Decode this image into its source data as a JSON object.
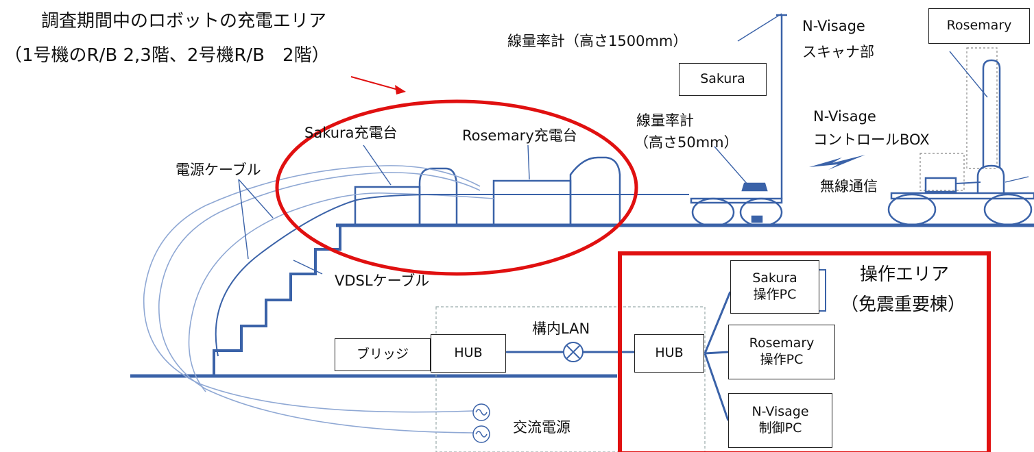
{
  "title": {
    "line1": "調査期間中のロボットの充電エリア",
    "line2": "（1号機のR/B 2,3階、2号機R/B　2階）"
  },
  "labels": {
    "dosimeter_high": "線量率計（高さ1500mm）",
    "dosimeter_low_1": "線量率計",
    "dosimeter_low_2": "（高さ50mm）",
    "nvisage_scanner_1": "N-Visage",
    "nvisage_scanner_2": "スキャナ部",
    "nvisage_control_1": "N-Visage",
    "nvisage_control_2": "コントロールBOX",
    "wireless": "無線通信",
    "sakura_charger": "Sakura充電台",
    "rosemary_charger": "Rosemary充電台",
    "power_cable": "電源ケーブル",
    "vdsl_cable": "VDSLケーブル",
    "lan": "構内LAN",
    "ac_power": "交流電源",
    "op_area_1": "操作エリア",
    "op_area_2": "（免震重要棟）"
  },
  "boxes": {
    "sakura_robot": "Sakura",
    "rosemary_robot": "Rosemary",
    "bridge": "ブリッジ",
    "hub_left": "HUB",
    "hub_right": "HUB",
    "sakura_pc_1": "Sakura",
    "sakura_pc_2": "操作PC",
    "rosemary_pc_1": "Rosemary",
    "rosemary_pc_2": "操作PC",
    "nvisage_pc_1": "N-Visage",
    "nvisage_pc_2": "制御PC"
  },
  "colors": {
    "line": "#3a62a8",
    "highlight": "#e01010",
    "cable": "#8fa8d4"
  }
}
